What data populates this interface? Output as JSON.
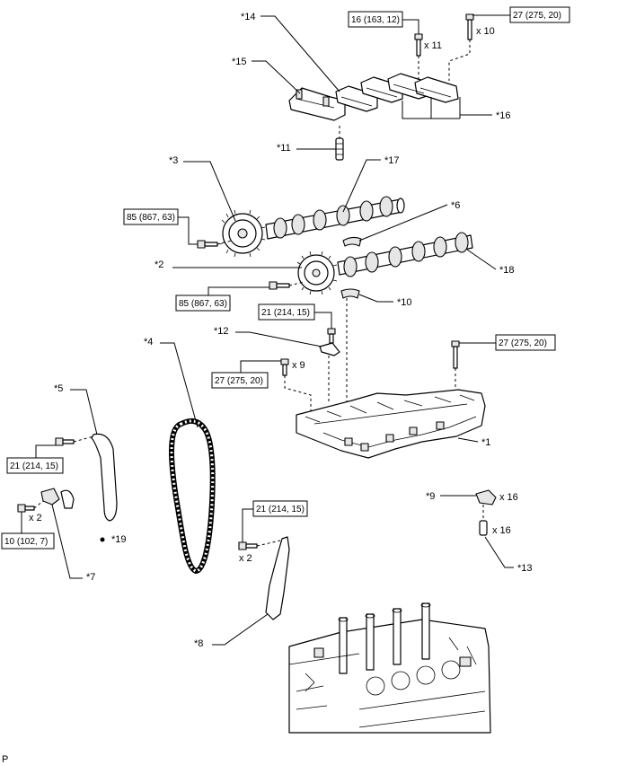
{
  "callouts": {
    "c1": "*1",
    "c2": "*2",
    "c3": "*3",
    "c4": "*4",
    "c5": "*5",
    "c6": "*6",
    "c7": "*7",
    "c8": "*8",
    "c9": "*9",
    "c10": "*10",
    "c11": "*11",
    "c12": "*12",
    "c13": "*13",
    "c14": "*14",
    "c15": "*15",
    "c16": "*16",
    "c17": "*17",
    "c18": "*18",
    "c19": "*19"
  },
  "torque": {
    "t16": "16 (163, 12)",
    "t27a": "27 (275, 20)",
    "t85a": "85 (867, 63)",
    "t85b": "85 (867, 63)",
    "t21a": "21 (214, 15)",
    "t27b": "27 (275, 20)",
    "t27c": "27 (275, 20)",
    "t21b": "21 (214, 15)",
    "t10": "10 (102, 7)",
    "t21c": "21 (214, 15)"
  },
  "quantities": {
    "q11": "x 11",
    "q10": "x 10",
    "q9": "x 9",
    "q16a": "x 16",
    "q16b": "x 16",
    "q2a": "x 2",
    "q2b": "x 2"
  },
  "page_label": "P"
}
